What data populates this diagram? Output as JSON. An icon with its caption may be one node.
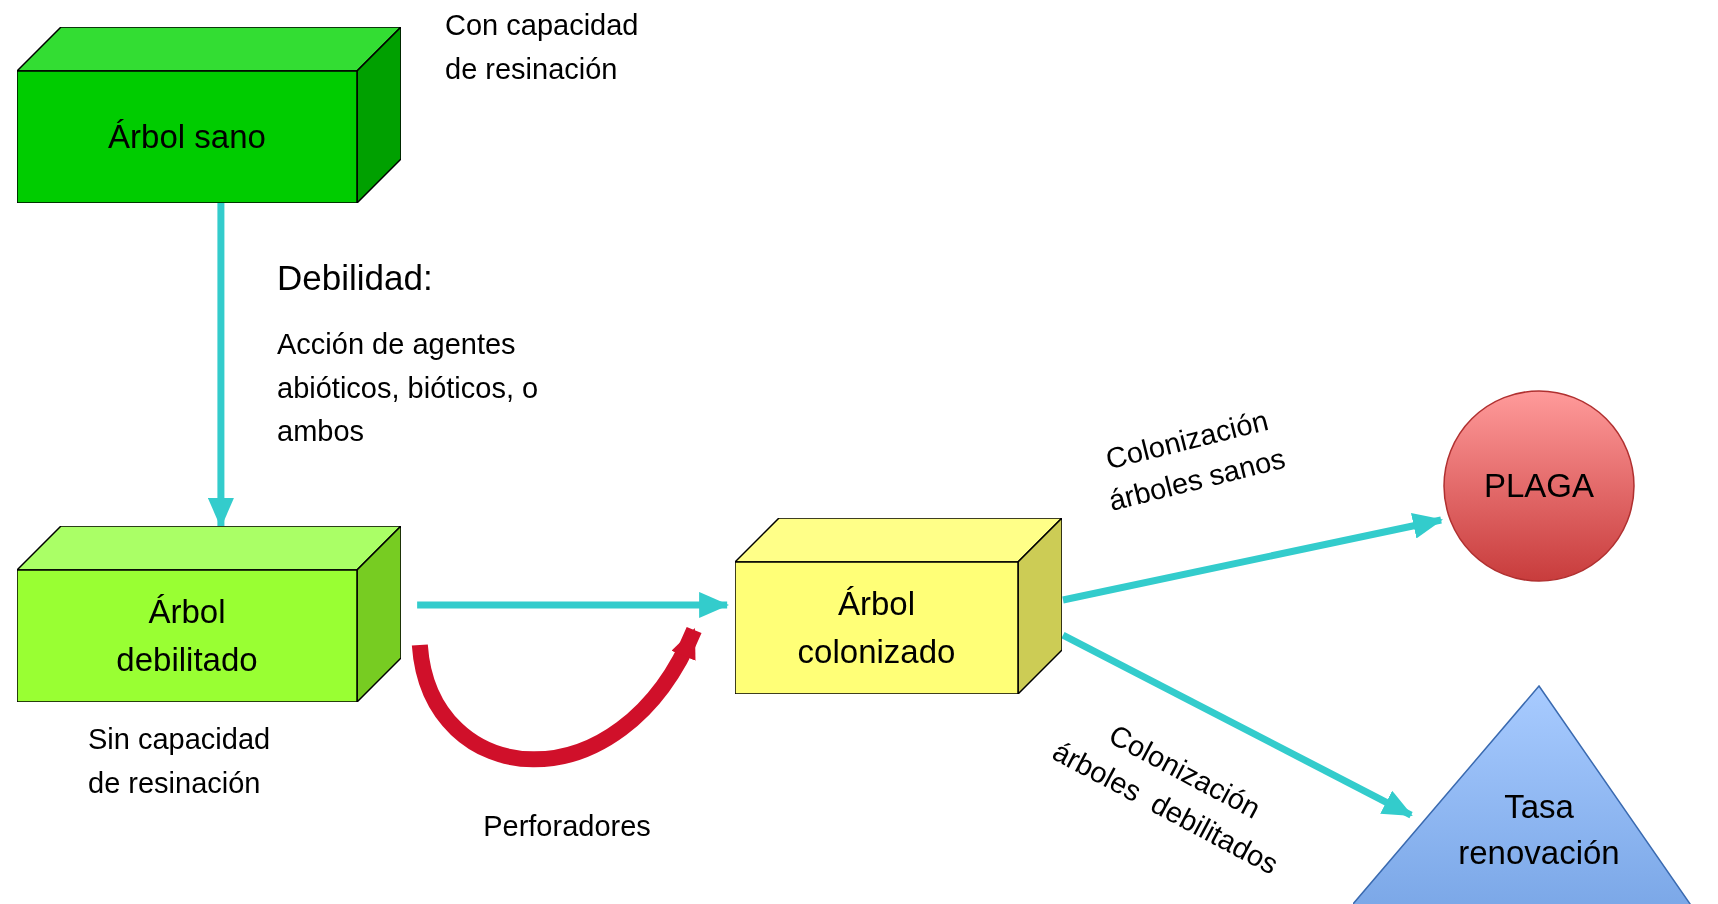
{
  "diagram": {
    "nodes": [
      {
        "text": [
          "Árbol sano"
        ],
        "beside": [
          "Con capacidad de resinación"
        ]
      },
      {
        "text": [
          "Árbol debilitado"
        ],
        "beside": [
          "Sin capacidad de resinación"
        ]
      },
      {
        "text": [
          "Árbol colonizado"
        ]
      },
      {
        "text": [
          "PLAGA"
        ]
      },
      {
        "text": [
          "Tasa renovación"
        ]
      }
    ],
    "edges": [
      {
        "from": 0,
        "to": 1,
        "arrow": "to"
      },
      {
        "from": 1,
        "to": 2,
        "arrow": "to"
      },
      {
        "from": 1,
        "to": 2,
        "arrow": "to",
        "label": "Perforadores",
        "style": "thick",
        "color": "#d0102a"
      },
      {
        "from": 2,
        "to": 3,
        "arrow": "to",
        "label": "Colonización árboles sanos"
      },
      {
        "from": 2,
        "to": 4,
        "arrow": "to",
        "label": "Colonización árboles  debilitados"
      }
    ],
    "labels": [
      "Debilidad:",
      "Acción de agentes abióticos, bióticos, o ambos"
    ]
  }
}
